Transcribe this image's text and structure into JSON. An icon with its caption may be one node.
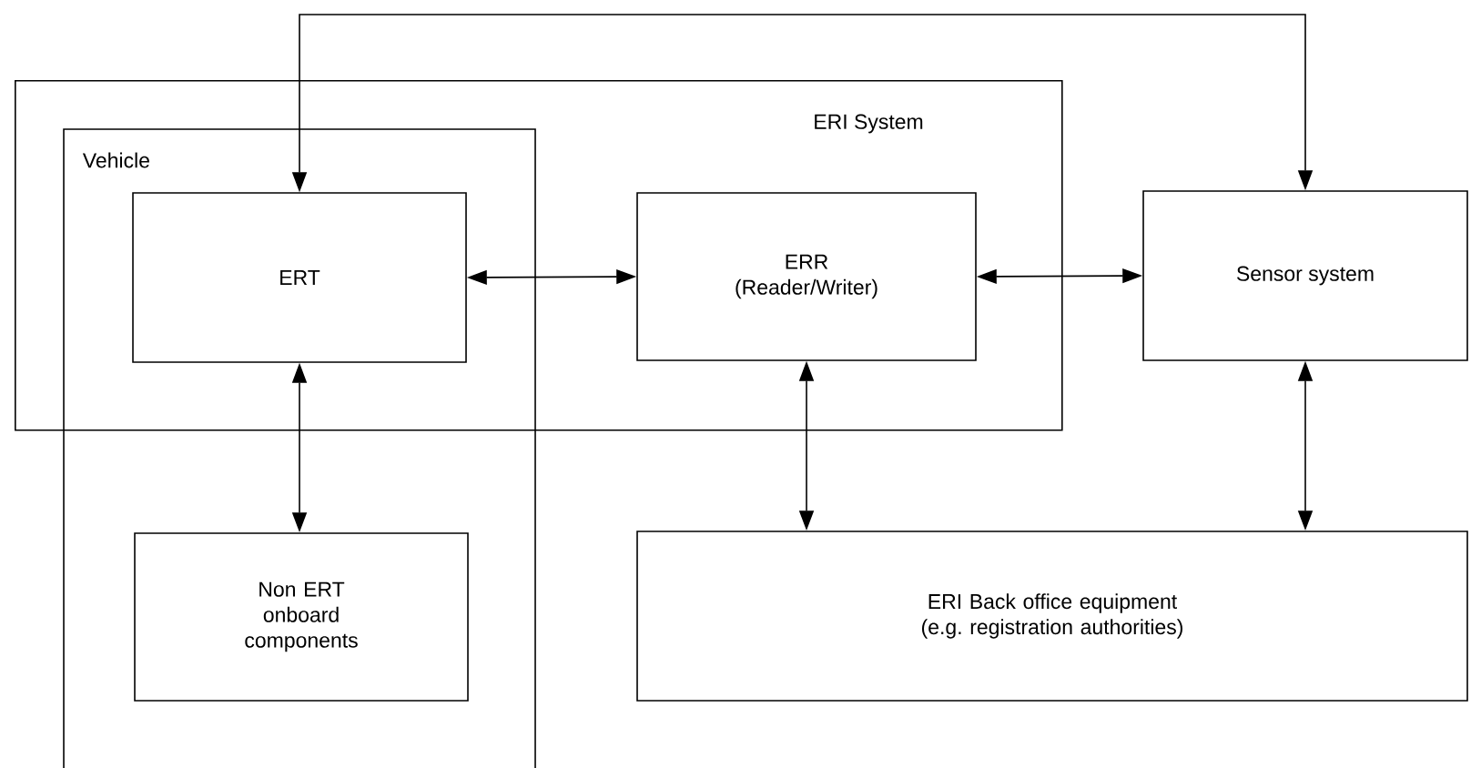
{
  "diagram": {
    "nodes": [
      {
        "text": [
          "ERI System"
        ]
      },
      {
        "text": [
          "Vehicle"
        ]
      },
      {
        "text": [
          "ERT"
        ]
      },
      {
        "text": [
          "ERR",
          "(Reader/Writer)"
        ],
        "in": 0
      },
      {
        "text": [
          "Sensor system"
        ]
      },
      {
        "text": [
          "Non ERT onboard components"
        ],
        "in": 1
      },
      {
        "text": [
          "ERI Back office equipment (e.g. registration authorities)"
        ]
      }
    ],
    "edges": [
      {
        "from": 2,
        "to": 4,
        "arrow": "both"
      },
      {
        "from": 2,
        "to": 3,
        "arrow": "both"
      },
      {
        "from": 3,
        "to": 4,
        "arrow": "both"
      },
      {
        "from": 2,
        "to": 5,
        "arrow": "both"
      },
      {
        "from": 3,
        "to": 6,
        "arrow": "both"
      },
      {
        "from": 4,
        "to": 6,
        "arrow": "both"
      }
    ]
  }
}
